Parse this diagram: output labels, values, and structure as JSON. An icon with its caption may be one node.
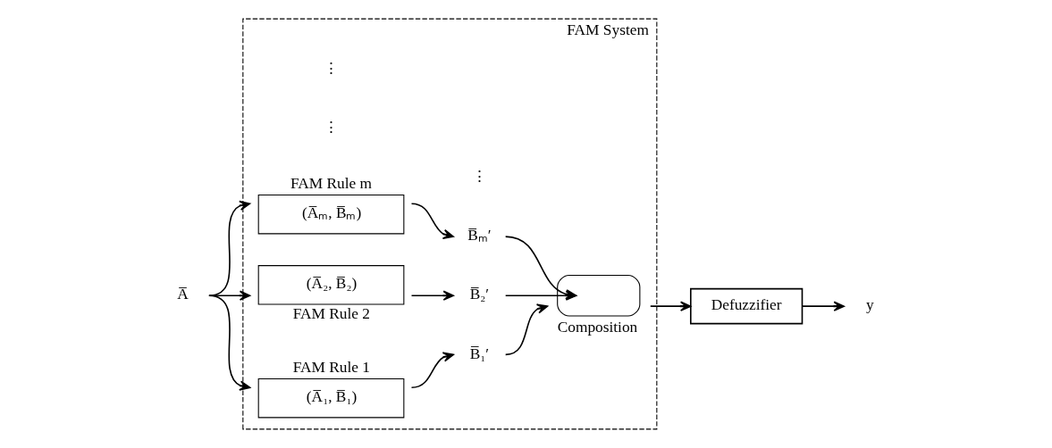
{
  "diagram": {
    "nodes": [
      {
        "text": [
          "FAM System"
        ]
      },
      {
        "text": [
          "A̅"
        ]
      },
      {
        "text": [
          "FAM Rule 1",
          "(A̅₁, B̅₁)"
        ],
        "in": 0
      },
      {
        "text": [
          "(A̅₂, B̅₂)",
          "FAM Rule 2"
        ],
        "in": 0
      },
      {
        "text": [
          "FAM Rule m",
          "(A̅ₘ, B̅ₘ)"
        ],
        "in": 0
      },
      {
        "text": [
          "B̅₁′"
        ],
        "in": 0
      },
      {
        "text": [
          "B̅₂′"
        ],
        "in": 0
      },
      {
        "text": [
          "B̅ₘ′"
        ],
        "in": 0
      },
      {
        "text": [
          "Composition"
        ],
        "in": 0
      },
      {
        "text": [
          "Defuzzifier"
        ]
      },
      {
        "text": [
          "y"
        ]
      }
    ],
    "edges": [
      {
        "from": 1,
        "to": 2,
        "arrow": "to"
      },
      {
        "from": 1,
        "to": 3,
        "arrow": "to"
      },
      {
        "from": 1,
        "to": 4,
        "arrow": "to"
      },
      {
        "from": 2,
        "to": 5,
        "arrow": "to"
      },
      {
        "from": 3,
        "to": 6,
        "arrow": "to"
      },
      {
        "from": 4,
        "to": 7,
        "arrow": "to"
      },
      {
        "from": 5,
        "to": 8,
        "arrow": "to"
      },
      {
        "from": 6,
        "to": 8,
        "arrow": "to"
      },
      {
        "from": 7,
        "to": 8,
        "arrow": "to"
      },
      {
        "from": 8,
        "to": 9,
        "arrow": "to"
      },
      {
        "from": 9,
        "to": 10,
        "arrow": "to"
      }
    ],
    "labels": [
      "⋮",
      "⋮",
      "⋮"
    ]
  }
}
